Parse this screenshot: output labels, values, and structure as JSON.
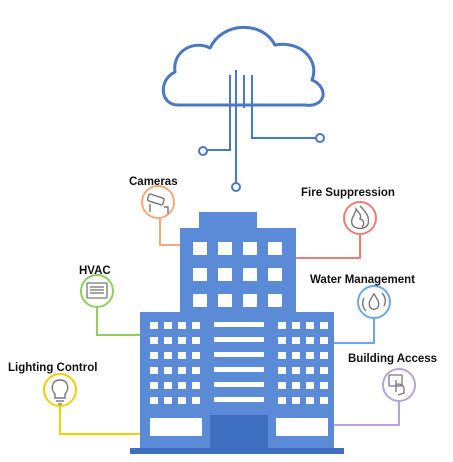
{
  "colors": {
    "building": "#5b8ad6",
    "building_dark": "#3f6fc0",
    "cloud": "#4a78c4",
    "window": "#ffffff"
  },
  "nodes": [
    {
      "key": "cameras",
      "label": "Cameras",
      "icon": "security-camera-icon",
      "color": "#f4a97a"
    },
    {
      "key": "fire",
      "label": "Fire Suppression",
      "icon": "flame-icon",
      "color": "#ef7b7b"
    },
    {
      "key": "hvac",
      "label": "HVAC",
      "icon": "air-vent-icon",
      "color": "#8fcf5a"
    },
    {
      "key": "water",
      "label": "Water Management",
      "icon": "water-drop-cycle-icon",
      "color": "#6aa8e8"
    },
    {
      "key": "lighting",
      "label": "Lighting Control",
      "icon": "lightbulb-icon",
      "color": "#f0d000"
    },
    {
      "key": "access",
      "label": "Building Access",
      "icon": "touch-access-icon",
      "color": "#b9a4d9"
    }
  ]
}
